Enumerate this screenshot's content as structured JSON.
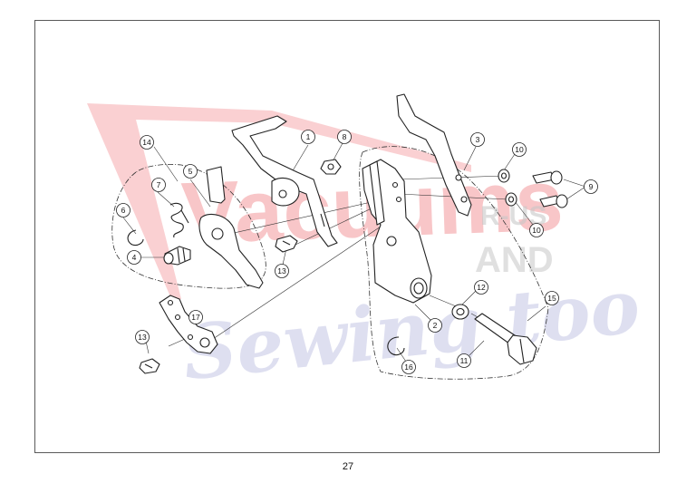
{
  "page": {
    "number": "27"
  },
  "colors": {
    "line": "#222222",
    "watermark_red": "#e8434a",
    "watermark_blue": "#7b7fc4",
    "watermark_gray": "#9a9a9a"
  },
  "watermark": {
    "word1": "Vacuums",
    "word2": "Sewing too",
    "side1": "R-US",
    "side2": "AND"
  },
  "callouts": [
    {
      "id": "c1",
      "label": "1"
    },
    {
      "id": "c2",
      "label": "2"
    },
    {
      "id": "c3",
      "label": "3"
    },
    {
      "id": "c4",
      "label": "4"
    },
    {
      "id": "c5",
      "label": "5"
    },
    {
      "id": "c6",
      "label": "6"
    },
    {
      "id": "c7",
      "label": "7"
    },
    {
      "id": "c8",
      "label": "8"
    },
    {
      "id": "c9",
      "label": "9"
    },
    {
      "id": "c10a",
      "label": "10"
    },
    {
      "id": "c10b",
      "label": "10"
    },
    {
      "id": "c11",
      "label": "11"
    },
    {
      "id": "c12",
      "label": "12"
    },
    {
      "id": "c13a",
      "label": "13"
    },
    {
      "id": "c13b",
      "label": "13"
    },
    {
      "id": "c14",
      "label": "14"
    },
    {
      "id": "c15",
      "label": "15"
    },
    {
      "id": "c16",
      "label": "16"
    },
    {
      "id": "c17",
      "label": "17"
    }
  ]
}
